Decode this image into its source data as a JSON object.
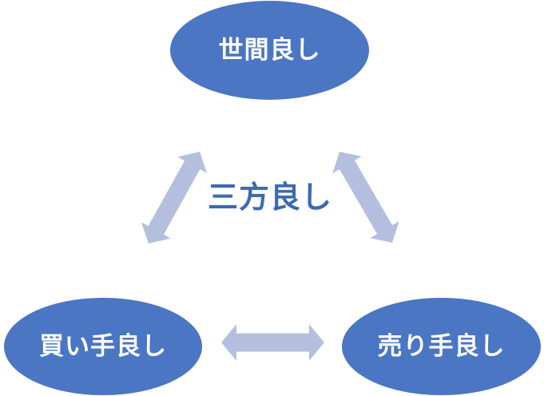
{
  "diagram": {
    "center_label": "三方良し",
    "nodes": [
      {
        "id": "seken",
        "label": "世間良し"
      },
      {
        "id": "kaite",
        "label": "買い手良し"
      },
      {
        "id": "urite",
        "label": "売り手良し"
      }
    ],
    "arrows": [
      {
        "id": "society-buyer",
        "from": "seken",
        "to": "kaite",
        "direction": "both"
      },
      {
        "id": "society-seller",
        "from": "seken",
        "to": "urite",
        "direction": "both"
      },
      {
        "id": "buyer-seller",
        "from": "kaite",
        "to": "urite",
        "direction": "both"
      }
    ],
    "colors": {
      "background": "#ffffff",
      "node_fill": "#4a76c3",
      "node_text": "#ffffff",
      "arrow_fill": "#b4bfe0",
      "center_text": "#3c69b3"
    }
  }
}
